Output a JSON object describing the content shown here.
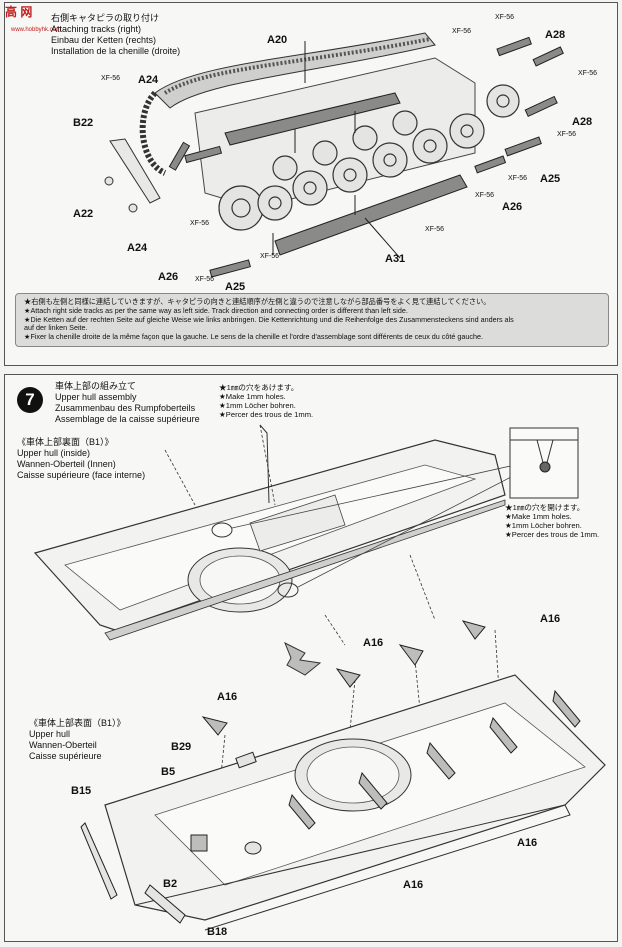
{
  "watermark": {
    "text": "高 网",
    "url": "www.hobbyhk.com"
  },
  "step6": {
    "title_jp": "右側キャタピラの取り付け",
    "title_en": "Attaching tracks (right)",
    "title_de": "Einbau der Ketten (rechts)",
    "title_fr": "Installation de la chenille (droite)",
    "labels": {
      "a20": "A20",
      "a24_top": "A24",
      "b22": "B22",
      "a22": "A22",
      "a24_left": "A24",
      "a26_left": "A26",
      "a25_left": "A25",
      "a31": "A31",
      "a28_top": "A28",
      "a28_right": "A28",
      "a25_right": "A25",
      "a26_right": "A26"
    },
    "paint": "XF-56",
    "note": {
      "jp": "★右側も左側と同様に連結していきますが、キャタピラの向きと連結順序が左側と違うので注意しながら部品番号をよく見て連結してください。",
      "en": "★Attach right side tracks as per the same way as left side. Track direction and connecting order is different than left side.",
      "de1": "★Die Ketten auf der rechten Seite auf gleiche Weise wie links anbringen. Die Kettenrichtung und die Reihenfolge des Zusammensteckens sind anders als",
      "de2": "auf der linken Seite.",
      "fr": "★Fixer la chenille droite de la même façon que la gauche. Le sens de la chenille et l'ordre d'assemblage sont différents de ceux du côté gauche."
    }
  },
  "step7": {
    "number": "7",
    "title_jp": "車体上部の組み立て",
    "title_en": "Upper hull assembly",
    "title_de": "Zusammenbau des Rumpfoberteils",
    "title_fr": "Assemblage de la caisse supérieure",
    "drill_top": {
      "jp": "★1㎜の穴をあけます。",
      "en": "★Make 1mm holes.",
      "de": "★1mm Löcher bohren.",
      "fr": "★Percer des trous de 1mm."
    },
    "drill_right": {
      "jp": "★1㎜の穴を開けます。",
      "en": "★Make 1mm holes.",
      "de": "★1mm Löcher bohren.",
      "fr": "★Percer des trous de 1mm."
    },
    "inside": {
      "jp": "《車体上部裏面（B1）》",
      "en": "Upper hull (inside)",
      "de": "Wannen-Oberteil (Innen)",
      "fr": "Caisse supérieure (face interne)"
    },
    "outside": {
      "jp": "《車体上部表面（B1）》",
      "en": "Upper hull",
      "de": "Wannen-Oberteil",
      "fr": "Caisse supérieure"
    },
    "labels": {
      "a16_top_right": "A16",
      "a16_mid": "A16",
      "a16_left": "A16",
      "a16_right": "A16",
      "a16_bottom": "A16",
      "b29": "B29",
      "b5": "B5",
      "b15": "B15",
      "b2": "B2",
      "b18": "B18"
    }
  }
}
